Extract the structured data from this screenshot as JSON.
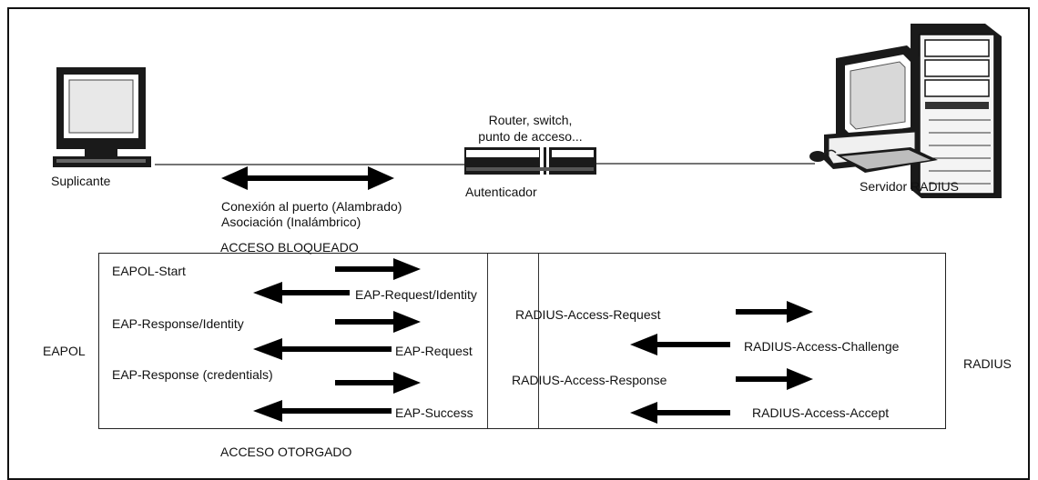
{
  "devices": {
    "supplicant_label": "Suplicante",
    "router_label_line1": "Router, switch,",
    "router_label_line2": "punto de acceso...",
    "authenticator_label": "Autenticador",
    "server_label": "Servidor RADIUS"
  },
  "connection": {
    "line1": "Conexión al puerto (Alambrado)",
    "line2": "Asociación (Inalámbrico)"
  },
  "states": {
    "blocked": "ACCESO BLOQUEADO",
    "granted": "ACCESO OTORGADO"
  },
  "sides": {
    "left": "EAPOL",
    "right": "RADIUS"
  },
  "eapol_messages": [
    {
      "label": "EAPOL-Start",
      "direction": "right"
    },
    {
      "label": "EAP-Request/Identity",
      "direction": "left"
    },
    {
      "label": "EAP-Response/Identity",
      "direction": "right"
    },
    {
      "label": "EAP-Request",
      "direction": "left"
    },
    {
      "label": "EAP-Response (credentials)",
      "direction": "right"
    },
    {
      "label": "EAP-Success",
      "direction": "left"
    }
  ],
  "radius_messages": [
    {
      "label": "RADIUS-Access-Request",
      "direction": "right"
    },
    {
      "label": "RADIUS-Access-Challenge",
      "direction": "left"
    },
    {
      "label": "RADIUS-Access-Response",
      "direction": "right"
    },
    {
      "label": "RADIUS-Access-Accept",
      "direction": "left"
    }
  ]
}
